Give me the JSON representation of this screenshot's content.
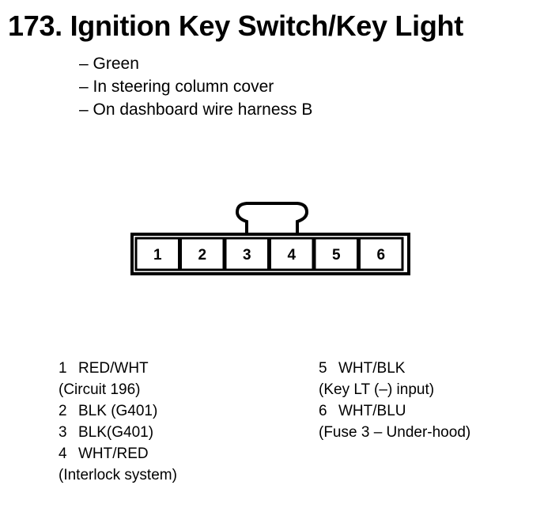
{
  "title": "173. Ignition Key Switch/Key Light",
  "notes": [
    "– Green",
    "– In steering column cover",
    "– On dashboard wire harness B"
  ],
  "connector": {
    "pins": [
      "1",
      "2",
      "3",
      "4",
      "5",
      "6"
    ]
  },
  "pin_list_left": [
    {
      "num": "1",
      "wire": "RED/WHT",
      "detail": "(Circuit 196)"
    },
    {
      "num": "2",
      "wire": "BLK (G401)",
      "detail": ""
    },
    {
      "num": "3",
      "wire": "BLK(G401)",
      "detail": ""
    },
    {
      "num": "4",
      "wire": "WHT/RED",
      "detail": "(Interlock system)"
    }
  ],
  "pin_list_right": [
    {
      "num": "5",
      "wire": "WHT/BLK",
      "detail": "(Key LT (–) input)"
    },
    {
      "num": "6",
      "wire": "WHT/BLU",
      "detail": "(Fuse 3 – Under-hood)"
    }
  ]
}
